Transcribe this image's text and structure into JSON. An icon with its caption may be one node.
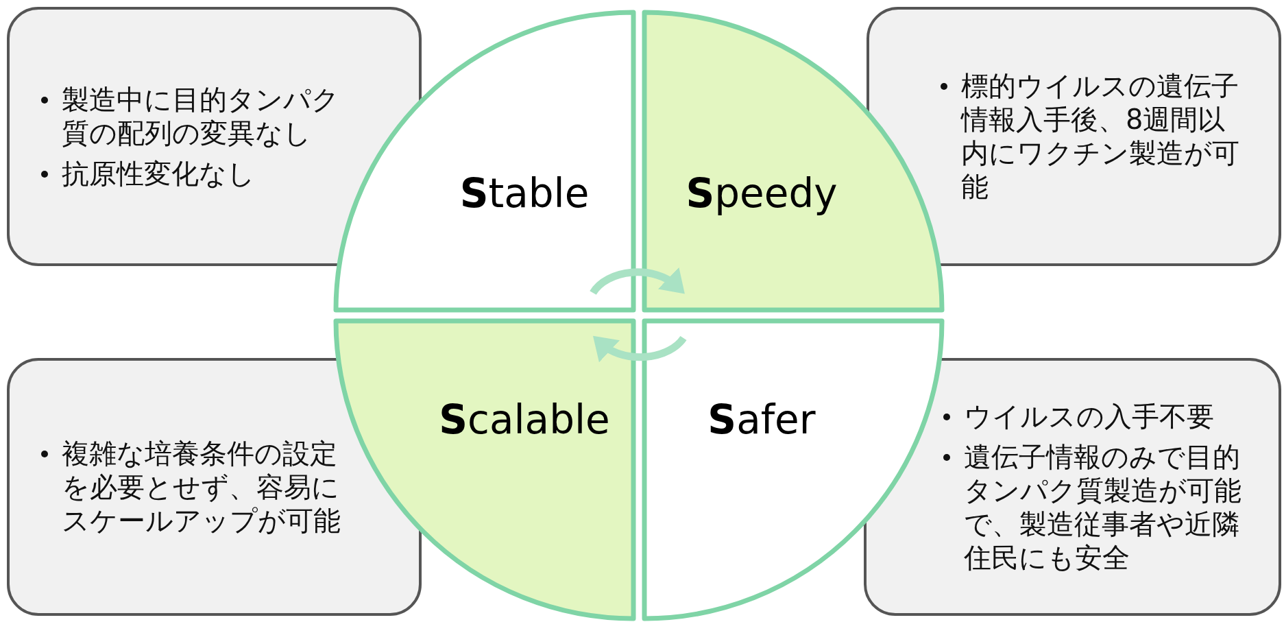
{
  "diagram": {
    "nodes": [
      {
        "text": [
          "製造中に目的タンパク質の配列の変異なし",
          "抗原性変化なし"
        ]
      },
      {
        "text": [
          "**S**table"
        ]
      },
      {
        "text": [
          "**S**peedy"
        ]
      },
      {
        "text": [
          "標的ウイルスの遺伝子情報入手後、8週間以内にワクチン製造が可能"
        ]
      },
      {
        "text": [
          "複雑な培養条件の設定を必要とせず、容易にスケールアップが可能"
        ]
      },
      {
        "text": [
          "**S**calable"
        ]
      },
      {
        "text": [
          "**S**afer"
        ]
      },
      {
        "text": [
          "ウイルスの入手不要",
          "遺伝子情報のみで目的タンパク質製造が可能で、製造従事者や近隣住民にも安全"
        ]
      }
    ],
    "edges": [
      {
        "from": 1,
        "to": 2,
        "arrow": "to"
      },
      {
        "from": 6,
        "to": 5,
        "arrow": "to"
      }
    ]
  }
}
